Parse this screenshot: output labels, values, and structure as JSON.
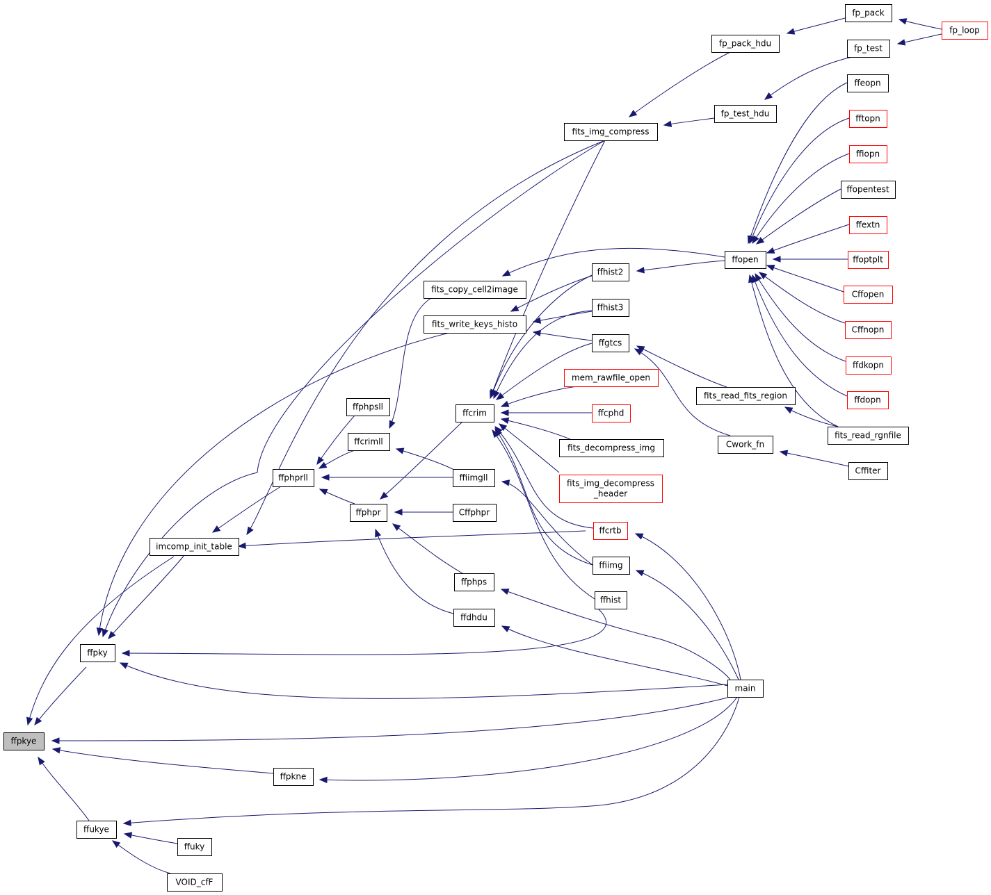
{
  "colors": {
    "edge": "#191970",
    "border_normal": "#000000",
    "border_truncated": "#ff0000",
    "fill_focus": "#bfbfbf",
    "fill_normal": "#ffffff"
  },
  "nodes": [
    {
      "id": "ffpkye",
      "label": "ffpkye",
      "style": "focus"
    },
    {
      "id": "ffpky",
      "label": "ffpky",
      "style": "normal"
    },
    {
      "id": "imcomp_init_table",
      "label": "imcomp_init_table",
      "style": "normal"
    },
    {
      "id": "ffpkne",
      "label": "ffpkne",
      "style": "normal"
    },
    {
      "id": "ffukye",
      "label": "ffukye",
      "style": "normal"
    },
    {
      "id": "ffuky",
      "label": "ffuky",
      "style": "normal"
    },
    {
      "id": "VOID_cfF",
      "label": "VOID_cfF",
      "style": "normal"
    },
    {
      "id": "main",
      "label": "main",
      "style": "normal"
    },
    {
      "id": "fits_img_compress",
      "label": "fits_img_compress",
      "style": "normal"
    },
    {
      "id": "fp_pack_hdu",
      "label": "fp_pack_hdu",
      "style": "normal"
    },
    {
      "id": "fp_pack",
      "label": "fp_pack",
      "style": "normal"
    },
    {
      "id": "fp_loop",
      "label": "fp_loop",
      "style": "truncated"
    },
    {
      "id": "fp_test_hdu",
      "label": "fp_test_hdu",
      "style": "normal"
    },
    {
      "id": "fp_test",
      "label": "fp_test",
      "style": "normal"
    },
    {
      "id": "ffphprll",
      "label": "ffphprll",
      "style": "normal"
    },
    {
      "id": "ffcrtb",
      "label": "ffcrtb",
      "style": "truncated"
    },
    {
      "id": "fits_write_keys_histo",
      "label": "fits_write_keys_histo",
      "style": "normal"
    },
    {
      "id": "fits_copy_cell2image",
      "label": "fits_copy_cell2image",
      "style": "normal"
    },
    {
      "id": "ffphpsll",
      "label": "ffphpsll",
      "style": "normal"
    },
    {
      "id": "ffcrimll",
      "label": "ffcrimll",
      "style": "normal"
    },
    {
      "id": "ffphpr",
      "label": "ffphpr",
      "style": "normal"
    },
    {
      "id": "ffiimgll",
      "label": "ffiimgll",
      "style": "normal"
    },
    {
      "id": "ffcrim",
      "label": "ffcrim",
      "style": "normal"
    },
    {
      "id": "Cffphpr",
      "label": "Cffphpr",
      "style": "normal"
    },
    {
      "id": "ffphps",
      "label": "ffphps",
      "style": "normal"
    },
    {
      "id": "ffdhdu",
      "label": "ffdhdu",
      "style": "normal"
    },
    {
      "id": "ffhist2",
      "label": "ffhist2",
      "style": "normal"
    },
    {
      "id": "ffhist3",
      "label": "ffhist3",
      "style": "normal"
    },
    {
      "id": "ffgtcs",
      "label": "ffgtcs",
      "style": "normal"
    },
    {
      "id": "mem_rawfile_open",
      "label": "mem_rawfile_open",
      "style": "truncated"
    },
    {
      "id": "ffcphd",
      "label": "ffcphd",
      "style": "truncated"
    },
    {
      "id": "fits_decompress_img",
      "label": "fits_decompress_img",
      "style": "normal"
    },
    {
      "id": "fits_img_decompress_header",
      "label": "fits_img_decompress\n_header",
      "style": "truncated"
    },
    {
      "id": "ffiimg",
      "label": "ffiimg",
      "style": "normal"
    },
    {
      "id": "ffhist",
      "label": "ffhist",
      "style": "normal"
    },
    {
      "id": "ffopen",
      "label": "ffopen",
      "style": "normal"
    },
    {
      "id": "ffeopn",
      "label": "ffeopn",
      "style": "normal"
    },
    {
      "id": "fftopn",
      "label": "fftopn",
      "style": "truncated"
    },
    {
      "id": "ffiopn",
      "label": "ffiopn",
      "style": "truncated"
    },
    {
      "id": "ffopentest",
      "label": "ffopentest",
      "style": "normal"
    },
    {
      "id": "ffextn",
      "label": "ffextn",
      "style": "truncated"
    },
    {
      "id": "ffoptplt",
      "label": "ffoptplt",
      "style": "truncated"
    },
    {
      "id": "Cffopen",
      "label": "Cffopen",
      "style": "truncated"
    },
    {
      "id": "Cffnopn",
      "label": "Cffnopn",
      "style": "truncated"
    },
    {
      "id": "ffdkopn",
      "label": "ffdkopn",
      "style": "truncated"
    },
    {
      "id": "ffdopn",
      "label": "ffdopn",
      "style": "truncated"
    },
    {
      "id": "fits_read_rgnfile",
      "label": "fits_read_rgnfile",
      "style": "normal"
    },
    {
      "id": "fits_read_fits_region",
      "label": "fits_read_fits_region",
      "style": "normal"
    },
    {
      "id": "Cwork_fn",
      "label": "Cwork_fn",
      "style": "normal"
    },
    {
      "id": "Cffiter",
      "label": "Cffiter",
      "style": "normal"
    }
  ],
  "edges": [
    {
      "from": "ffpkye",
      "to": "ffpky"
    },
    {
      "from": "ffpkye",
      "to": "imcomp_init_table"
    },
    {
      "from": "ffpkye",
      "to": "main"
    },
    {
      "from": "ffpkye",
      "to": "ffpkne"
    },
    {
      "from": "ffpkye",
      "to": "ffukye"
    },
    {
      "from": "ffpky",
      "to": "fits_img_compress"
    },
    {
      "from": "ffpky",
      "to": "imcomp_init_table"
    },
    {
      "from": "ffpky",
      "to": "fits_write_keys_histo"
    },
    {
      "from": "ffpky",
      "to": "ffhist"
    },
    {
      "from": "ffpky",
      "to": "main"
    },
    {
      "from": "imcomp_init_table",
      "to": "ffphprll"
    },
    {
      "from": "imcomp_init_table",
      "to": "fits_img_compress"
    },
    {
      "from": "ffpkne",
      "to": "main"
    },
    {
      "from": "ffukye",
      "to": "main"
    },
    {
      "from": "ffukye",
      "to": "ffuky"
    },
    {
      "from": "ffukye",
      "to": "VOID_cfF"
    },
    {
      "from": "fits_img_compress",
      "to": "fp_pack_hdu"
    },
    {
      "from": "fits_img_compress",
      "to": "fp_test_hdu"
    },
    {
      "from": "fp_pack_hdu",
      "to": "fp_pack"
    },
    {
      "from": "fp_pack",
      "to": "fp_loop"
    },
    {
      "from": "fp_test_hdu",
      "to": "fp_test"
    },
    {
      "from": "fp_test",
      "to": "fp_loop"
    },
    {
      "from": "ffphprll",
      "to": "ffphpsll"
    },
    {
      "from": "ffphprll",
      "to": "ffcrimll"
    },
    {
      "from": "ffphprll",
      "to": "ffiimgll"
    },
    {
      "from": "ffphprll",
      "to": "ffphpr"
    },
    {
      "from": "ffcrimll",
      "to": "fits_copy_cell2image"
    },
    {
      "from": "ffcrimll",
      "to": "ffiimgll"
    },
    {
      "from": "ffphpr",
      "to": "ffcrim"
    },
    {
      "from": "ffphpr",
      "to": "Cffphpr"
    },
    {
      "from": "ffphpr",
      "to": "ffphps"
    },
    {
      "from": "ffphpr",
      "to": "ffdhdu"
    },
    {
      "from": "ffcrim",
      "to": "fits_img_compress"
    },
    {
      "from": "ffcrim",
      "to": "ffhist2"
    },
    {
      "from": "ffcrim",
      "to": "ffhist3"
    },
    {
      "from": "ffcrim",
      "to": "ffgtcs"
    },
    {
      "from": "ffcrim",
      "to": "mem_rawfile_open"
    },
    {
      "from": "ffcrim",
      "to": "ffcphd"
    },
    {
      "from": "ffcrim",
      "to": "fits_decompress_img"
    },
    {
      "from": "ffcrim",
      "to": "fits_img_decompress_header"
    },
    {
      "from": "ffcrim",
      "to": "ffcrtb"
    },
    {
      "from": "ffcrim",
      "to": "ffiimg"
    },
    {
      "from": "ffcrim",
      "to": "ffhist"
    },
    {
      "from": "fits_write_keys_histo",
      "to": "ffhist2"
    },
    {
      "from": "fits_write_keys_histo",
      "to": "ffhist3"
    },
    {
      "from": "fits_write_keys_histo",
      "to": "ffgtcs"
    },
    {
      "from": "fits_copy_cell2image",
      "to": "ffopen"
    },
    {
      "from": "ffhist2",
      "to": "ffopen"
    },
    {
      "from": "ffgtcs",
      "to": "fits_read_fits_region"
    },
    {
      "from": "ffgtcs",
      "to": "Cwork_fn"
    },
    {
      "from": "ffcrtb",
      "to": "main"
    },
    {
      "from": "ffiimg",
      "to": "main"
    },
    {
      "from": "ffiimgll",
      "to": "ffiimg"
    },
    {
      "from": "ffphps",
      "to": "main"
    },
    {
      "from": "ffdhdu",
      "to": "main"
    },
    {
      "from": "imcomp_init_table",
      "to": "ffcrtb"
    },
    {
      "from": "fits_read_fits_region",
      "to": "fits_read_rgnfile"
    },
    {
      "from": "Cwork_fn",
      "to": "Cffiter"
    },
    {
      "from": "ffopen",
      "to": "ffeopn"
    },
    {
      "from": "ffopen",
      "to": "fftopn"
    },
    {
      "from": "ffopen",
      "to": "ffiopn"
    },
    {
      "from": "ffopen",
      "to": "ffopentest"
    },
    {
      "from": "ffopen",
      "to": "ffextn"
    },
    {
      "from": "ffopen",
      "to": "ffoptplt"
    },
    {
      "from": "ffopen",
      "to": "Cffopen"
    },
    {
      "from": "ffopen",
      "to": "Cffnopn"
    },
    {
      "from": "ffopen",
      "to": "ffdkopn"
    },
    {
      "from": "ffopen",
      "to": "ffdopn"
    },
    {
      "from": "ffopen",
      "to": "fits_read_rgnfile"
    }
  ]
}
